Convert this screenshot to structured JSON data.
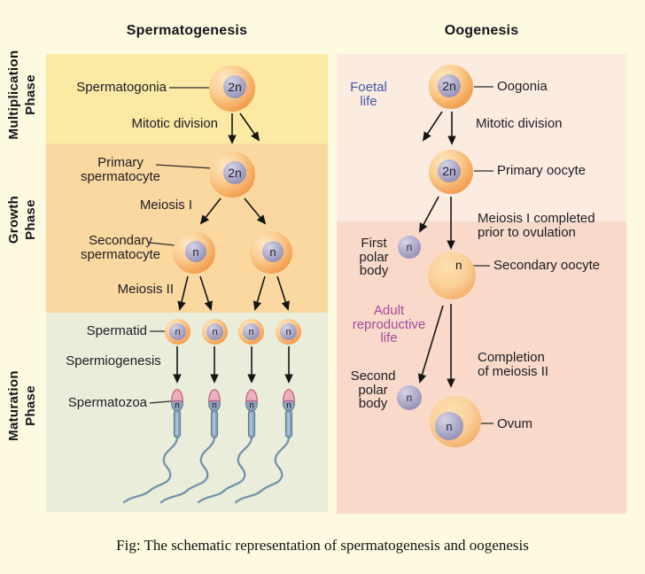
{
  "page": {
    "caption": "Fig: The schematic representation of spermatogenesis and oogenesis"
  },
  "titles": {
    "spermatogenesis": "Spermatogenesis",
    "oogenesis": "Oogenesis"
  },
  "phase_labels": {
    "multiplication": "Multiplication\nPhase",
    "growth": "Growth\nPhase",
    "maturation": "Maturation\nPhase"
  },
  "spermatogenesis": {
    "spermatogonia": {
      "label": "Spermatogonia",
      "ploidy": "2n"
    },
    "mitotic_division": "Mitotic division",
    "primary_spermatocyte": {
      "label": "Primary\nspermatocyte",
      "ploidy": "2n"
    },
    "meiosis_1": "Meiosis I",
    "secondary_spermatocyte": {
      "label": "Secondary\nspermatocyte",
      "ploidy": "n"
    },
    "meiosis_2": "Meiosis II",
    "spermatid": {
      "label": "Spermatid",
      "ploidy": "n"
    },
    "spermiogenesis": "Spermiogenesis",
    "spermatozoa": {
      "label": "Spermatozoa",
      "ploidy": "n"
    }
  },
  "oogenesis": {
    "foetal_life": "Foetal\nlife",
    "oogonia": {
      "label": "Oogonia",
      "ploidy": "2n"
    },
    "mitotic_division": "Mitotic division",
    "primary_oocyte": {
      "label": "Primary oocyte",
      "ploidy": "2n"
    },
    "meiosis_1_note": "Meiosis I completed\nprior to ovulation",
    "first_polar_body": {
      "label": "First\npolar\nbody",
      "ploidy": "n"
    },
    "secondary_oocyte": {
      "label": "Secondary oocyte",
      "ploidy": "n"
    },
    "adult_life": "Adult\nreproductive\nlife",
    "completion_note": "Completion\nof meiosis II",
    "second_polar_body": {
      "label": "Second\npolar\nbody",
      "ploidy": "n"
    },
    "ovum": {
      "label": "Ovum",
      "ploidy": "n"
    }
  },
  "colors": {
    "page_bg": "#FDFADF",
    "band_multiplication": "#FBE9A4",
    "band_growth": "#FAD8A0",
    "band_maturation": "#E9EDD9",
    "panel_foetal": "#FCEBDF",
    "panel_adult": "#F9D9C9",
    "foetal_text": "#3E57A8",
    "adult_text": "#A3489E",
    "label_text": "#1C1C24",
    "arrow": "#151515"
  }
}
